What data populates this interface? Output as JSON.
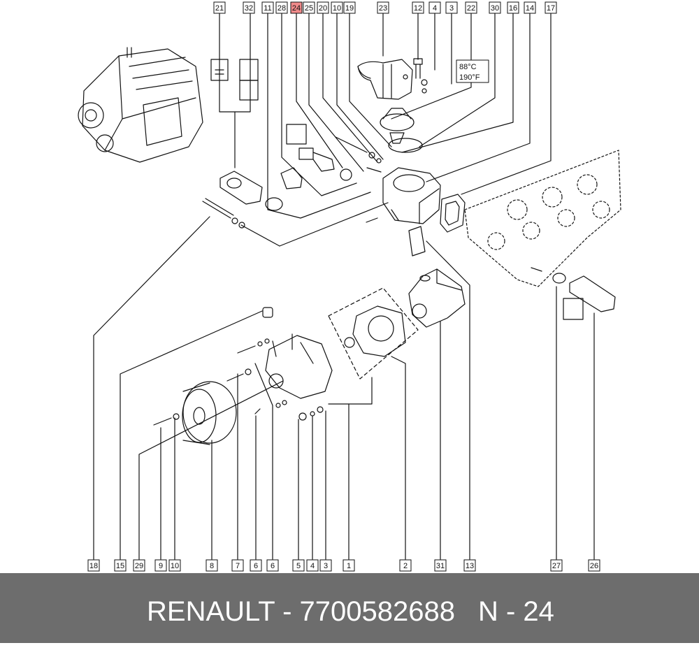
{
  "labels_top": [
    "21",
    "32",
    "11",
    "28",
    "24",
    "25",
    "20",
    "10",
    "19",
    "23",
    "12",
    "4",
    "3",
    "22",
    "30",
    "16",
    "14",
    "17"
  ],
  "labels_bottom": [
    "18",
    "15",
    "29",
    "9",
    "10",
    "8",
    "7",
    "6",
    "6",
    "5",
    "4",
    "3",
    "1",
    "2",
    "31",
    "13",
    "27",
    "26"
  ],
  "highlight_label": "24",
  "temperature": {
    "celsius": "88°C",
    "fahrenheit": "190°F"
  },
  "footer": {
    "brand_part": "RENAULT - 7700582688",
    "position": "N - 24"
  },
  "colors": {
    "highlight": "#f08a8a",
    "footer_bg": "#6d6d6d",
    "footer_text": "#ffffff",
    "line": "#111111"
  }
}
